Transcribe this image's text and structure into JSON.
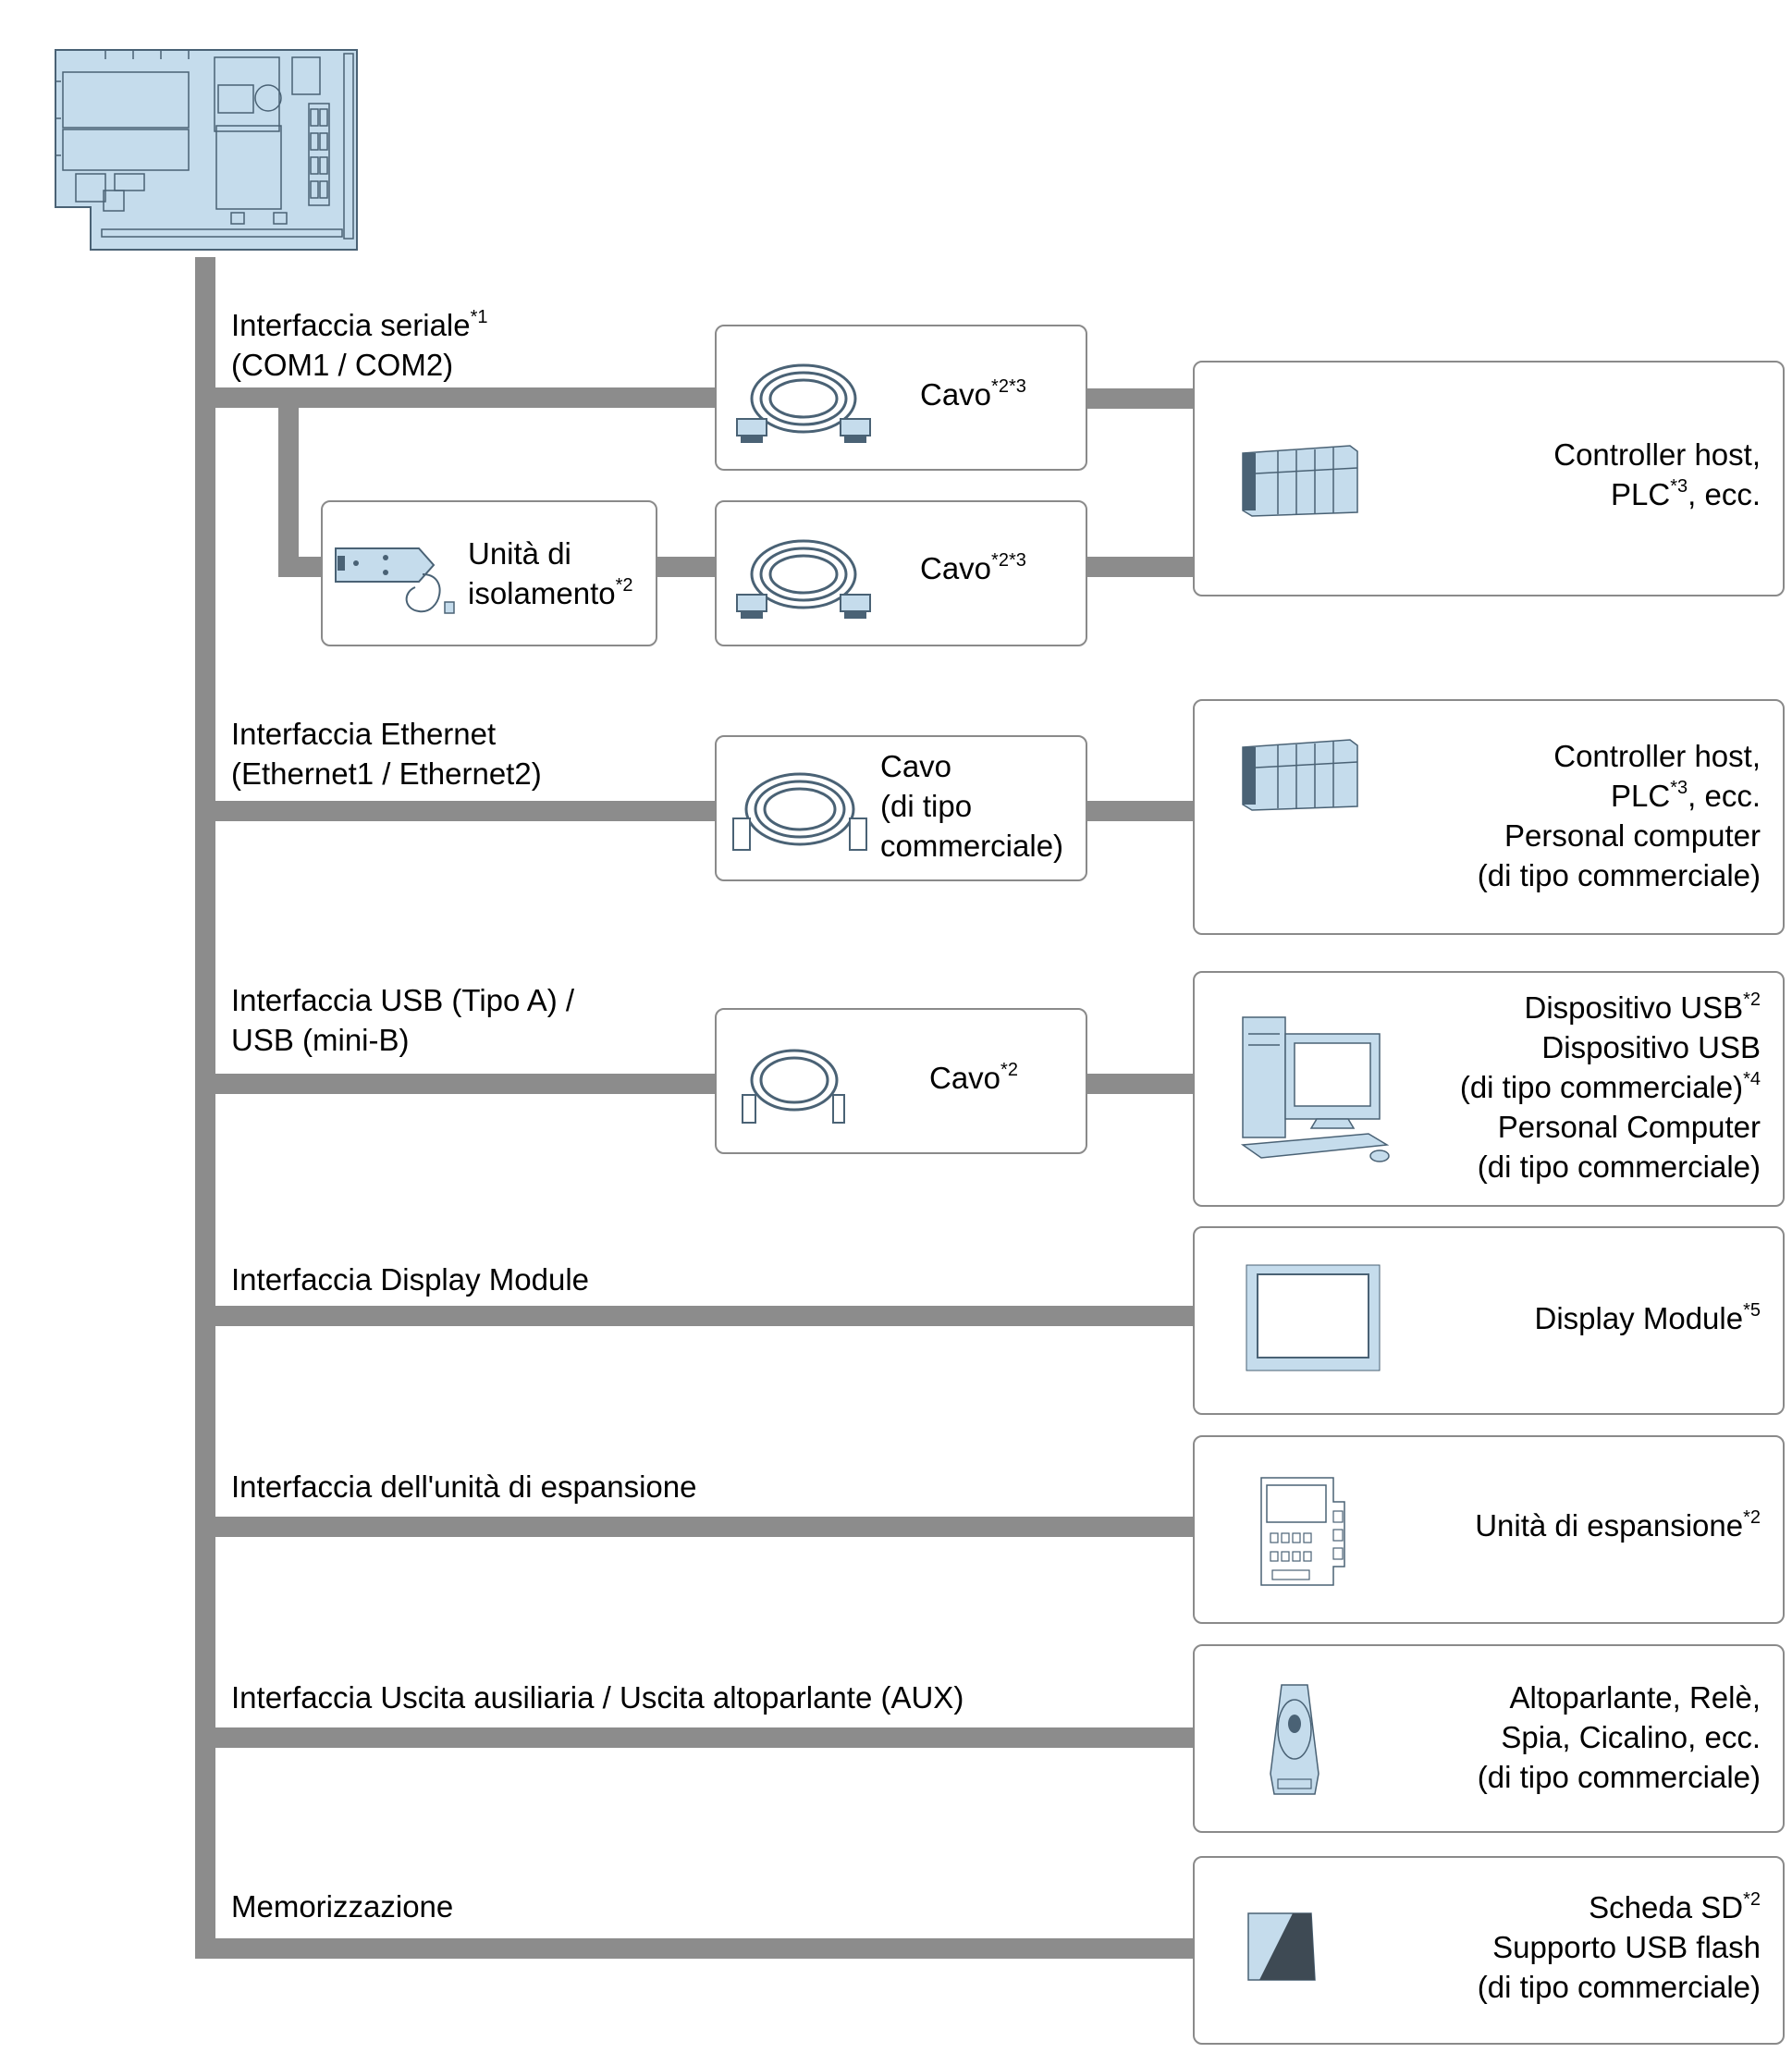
{
  "interfaces": {
    "serial": {
      "line1": "Interfaccia seriale",
      "sup1": "*1",
      "line2": "(COM1 / COM2)"
    },
    "ethernet": {
      "line1": "Interfaccia Ethernet",
      "line2": "(Ethernet1 / Ethernet2)"
    },
    "usb": {
      "line1": "Interfaccia USB (Tipo A) /",
      "line2": "USB (mini-B)"
    },
    "display": {
      "line1": "Interfaccia Display Module"
    },
    "expansion": {
      "line1": "Interfaccia dell'unità di espansione"
    },
    "aux": {
      "line1": "Interfaccia Uscita ausiliaria / Uscita altoparlante (AUX)"
    },
    "storage": {
      "line1": "Memorizzazione"
    }
  },
  "cables": {
    "serial1": {
      "text": "Cavo",
      "sup": "*2*3"
    },
    "serial2": {
      "text": "Cavo",
      "sup": "*2*3"
    },
    "ethernet": {
      "line1": "Cavo",
      "line2": "(di tipo",
      "line3": "commerciale)"
    },
    "usb": {
      "text": "Cavo",
      "sup": "*2"
    }
  },
  "isolation": {
    "line1": "Unità di",
    "line2": "isolamento",
    "sup": "*2"
  },
  "devices": {
    "serial": {
      "line1": "Controller host,",
      "line2a": "PLC",
      "sup": "*3",
      "line2b": ", ecc."
    },
    "ethernet": {
      "line1": "Controller host,",
      "line2a": "PLC",
      "sup": "*3",
      "line2b": ", ecc.",
      "line3": "Personal computer",
      "line4": "(di tipo commerciale)"
    },
    "usb": {
      "line1": "Dispositivo USB",
      "sup1": "*2",
      "line2": "Dispositivo USB",
      "line3": "(di tipo commerciale)",
      "sup3": "*4",
      "line4": "Personal Computer",
      "line5": "(di tipo commerciale)"
    },
    "display": {
      "line1": "Display Module",
      "sup": "*5"
    },
    "expansion": {
      "line1": "Unità di espansione",
      "sup": "*2"
    },
    "aux": {
      "line1": "Altoparlante, Relè,",
      "line2": "Spia, Cicalino, ecc.",
      "line3": "(di tipo commerciale)"
    },
    "storage": {
      "line1": "Scheda SD",
      "sup": "*2",
      "line2": "Supporto USB flash",
      "line3": "(di tipo commerciale)"
    }
  },
  "icons": {
    "hmi": "hmi-rear-panel-icon",
    "serial_cable": "serial-cable-icon",
    "lan_cable": "lan-cable-icon",
    "usb_cable": "usb-cable-icon",
    "isolation_unit": "isolation-unit-icon",
    "plc": "plc-icon",
    "pc": "personal-computer-icon",
    "display_module": "display-module-icon",
    "expansion_unit": "expansion-unit-icon",
    "speaker": "speaker-icon",
    "sd_card": "sd-card-icon"
  },
  "colors": {
    "line": "#8c8c8c",
    "device_fill": "#c5dcec",
    "device_stroke": "#4a6275"
  }
}
